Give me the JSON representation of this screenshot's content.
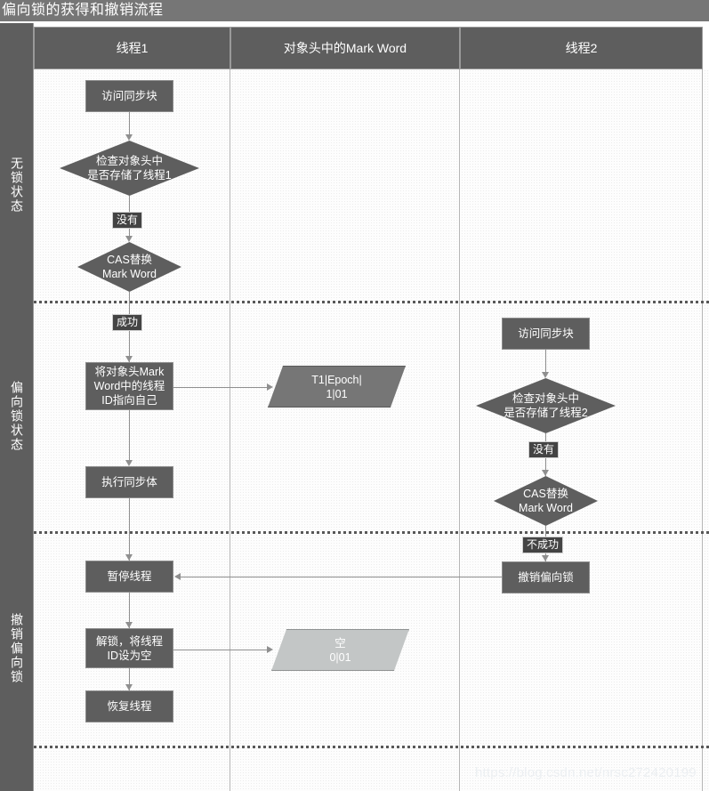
{
  "title": "偏向锁的获得和撤销流程",
  "lanes": [
    {
      "label": "无锁状态"
    },
    {
      "label": "偏向锁状态"
    },
    {
      "label": "撤销偏向锁"
    }
  ],
  "columns": [
    {
      "header": "线程1"
    },
    {
      "header": "对象头中的Mark Word"
    },
    {
      "header": "线程2"
    }
  ],
  "thread1": {
    "nodes": [
      {
        "label": "访问同步块",
        "shape": "box"
      },
      {
        "label": "检查对象头中\n是否存储了线程1",
        "shape": "diamond"
      },
      {
        "label": "CAS替换\nMark Word",
        "shape": "diamond"
      },
      {
        "label": "将对象头Mark\nWord中的线程\nID指向自己",
        "shape": "box"
      },
      {
        "label": "执行同步体",
        "shape": "box"
      },
      {
        "label": "暂停线程",
        "shape": "box"
      },
      {
        "label": "解锁，将线程\nID设为空",
        "shape": "box"
      },
      {
        "label": "恢复线程",
        "shape": "box"
      }
    ],
    "edge_labels": [
      {
        "label": "没有"
      },
      {
        "label": "成功"
      }
    ]
  },
  "markword": {
    "nodes": [
      {
        "label": "T1|Epoch|\n1|01",
        "shape": "parallelogram",
        "fill": "dark"
      },
      {
        "label": "空\n0|01",
        "shape": "parallelogram",
        "fill": "light"
      }
    ]
  },
  "thread2": {
    "nodes": [
      {
        "label": "访问同步块",
        "shape": "box"
      },
      {
        "label": "检查对象头中\n是否存储了线程2",
        "shape": "diamond"
      },
      {
        "label": "CAS替换\nMark Word",
        "shape": "diamond"
      },
      {
        "label": "撤销偏向锁",
        "shape": "box"
      }
    ],
    "edge_labels": [
      {
        "label": "没有"
      },
      {
        "label": "不成功"
      }
    ]
  },
  "watermark": "https://blog.csdn.net/nrsc272420199",
  "colors": {
    "title_bar": "#767676",
    "lane_band": "#5e5e5e",
    "node_fill": "#5e5e5e",
    "para_dark": "#767676",
    "para_light": "#c3c6c6",
    "connector": "#8f8f8f",
    "divider": "#585858",
    "canvas": "#fdfdfd"
  }
}
